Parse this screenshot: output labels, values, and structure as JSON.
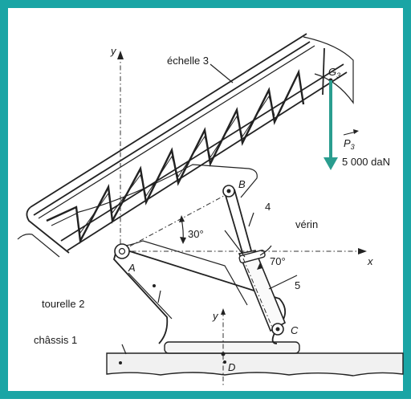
{
  "labels": {
    "ladder": "échelle 3",
    "jack": "vérin",
    "turret": "tourelle 2",
    "chassis": "châssis 1",
    "rod": "4",
    "cylinder": "5"
  },
  "points": {
    "A": "A",
    "B": "B",
    "C": "C",
    "D": "D",
    "G": "G"
  },
  "g_sub": "3",
  "axes": {
    "x": "x",
    "y": "y",
    "y2": "y"
  },
  "angles": {
    "a30": "30°",
    "a70": "70°"
  },
  "force": {
    "name": "P",
    "sub": "3",
    "value": "5 000 daN"
  },
  "colors": {
    "frame": "#1aa5a5",
    "force": "#2a9d8f",
    "ink": "#222222"
  }
}
